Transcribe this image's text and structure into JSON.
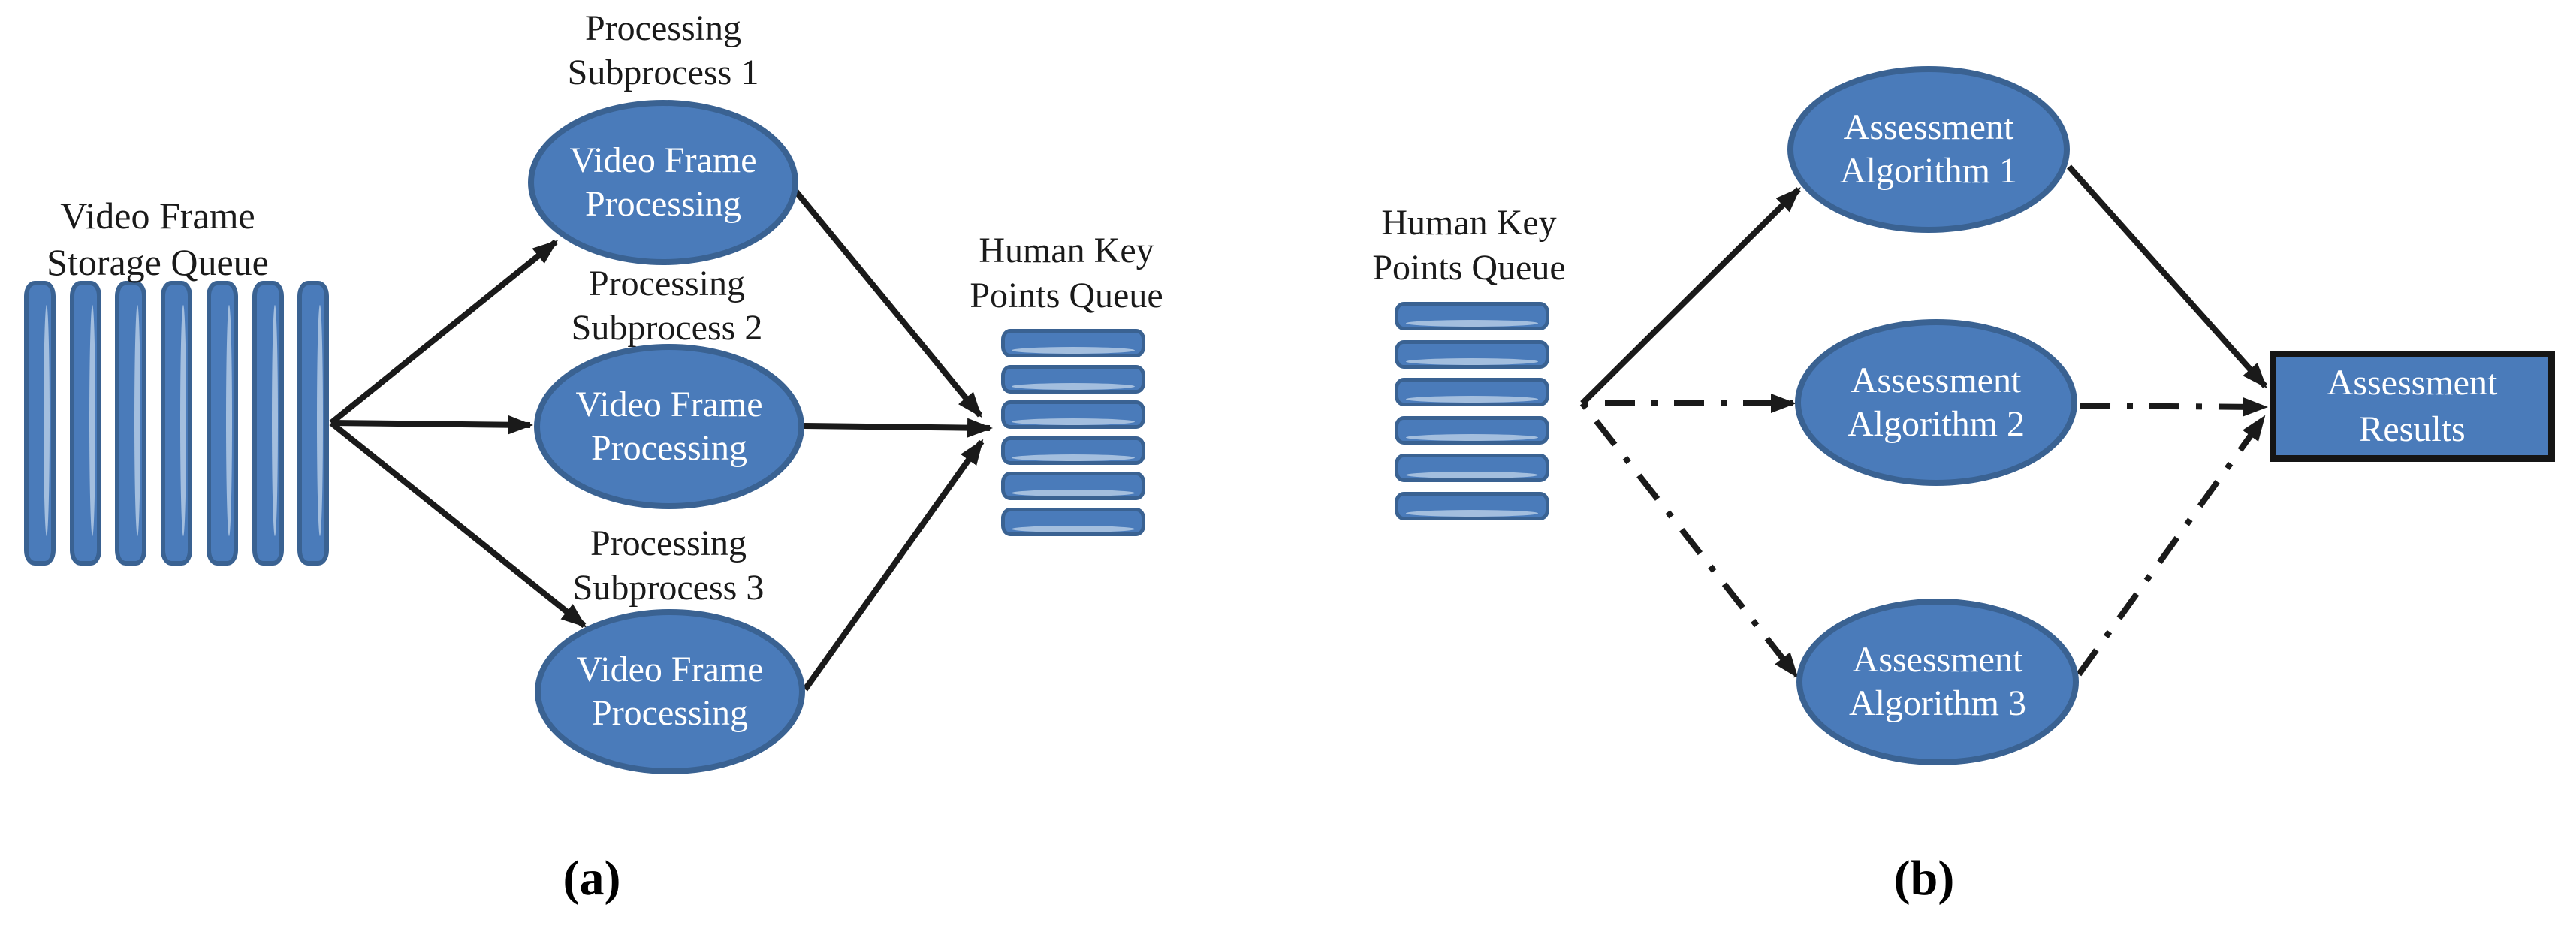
{
  "colors": {
    "shape_fill": "#4a7bba",
    "shape_border": "#3a6292",
    "bar_highlight": "#a3bede",
    "line_color": "#1a1a1a"
  },
  "panel_a": {
    "caption": "(a)",
    "storage_queue": {
      "label_line1": "Video Frame",
      "label_line2": "Storage Queue",
      "bar_count": 7
    },
    "subprocess_labels": [
      {
        "line1": "Processing",
        "line2": "Subprocess 1"
      },
      {
        "line1": "Processing",
        "line2": "Subprocess 2"
      },
      {
        "line1": "Processing",
        "line2": "Subprocess 3"
      }
    ],
    "process_nodes": [
      {
        "line1": "Video Frame",
        "line2": "Processing"
      },
      {
        "line1": "Video Frame",
        "line2": "Processing"
      },
      {
        "line1": "Video Frame",
        "line2": "Processing"
      }
    ],
    "output_queue": {
      "label_line1": "Human Key",
      "label_line2": "Points Queue",
      "bar_count": 6
    }
  },
  "panel_b": {
    "caption": "(b)",
    "input_queue": {
      "label_line1": "Human Key",
      "label_line2": "Points Queue",
      "bar_count": 6
    },
    "algorithm_nodes": [
      {
        "line1": "Assessment",
        "line2": "Algorithm 1"
      },
      {
        "line1": "Assessment",
        "line2": "Algorithm 2"
      },
      {
        "line1": "Assessment",
        "line2": "Algorithm 3"
      }
    ],
    "results_box": {
      "line1": "Assessment",
      "line2": "Results"
    }
  }
}
